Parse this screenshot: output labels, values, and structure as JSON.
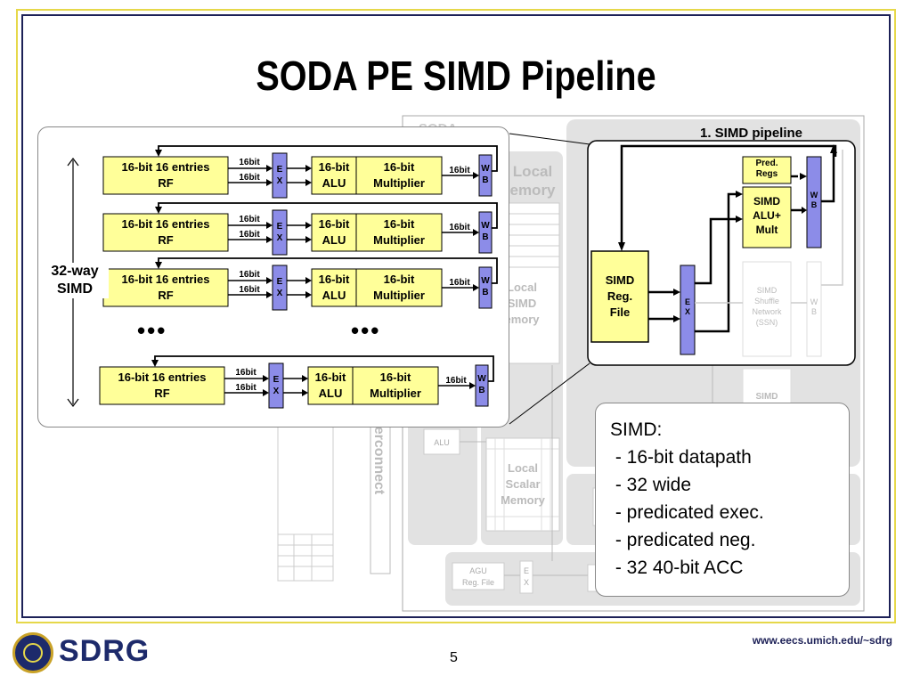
{
  "title": "SODA PE SIMD Pipeline",
  "left": {
    "way_label": [
      "32-way",
      "SIMD"
    ],
    "rf": [
      "16-bit 16 entries",
      "RF"
    ],
    "bus_a": "16bit",
    "bus_b": "16bit",
    "ex": [
      "E",
      "X"
    ],
    "alu": [
      "16-bit",
      "ALU"
    ],
    "mult": [
      "16-bit",
      "Multiplier"
    ],
    "wb_bus": "16bit",
    "wb": [
      "W",
      "B"
    ],
    "dots": "•••"
  },
  "right": {
    "header": "1. SIMD pipeline",
    "pred": [
      "Pred.",
      "Regs"
    ],
    "alu": [
      "SIMD",
      "ALU+",
      "Mult"
    ],
    "regfile": [
      "SIMD",
      "Reg.",
      "File"
    ],
    "ex": [
      "E",
      "X"
    ],
    "wb": [
      "W",
      "B"
    ],
    "ssn": [
      "SIMD",
      "Shuffle",
      "Network",
      "(SSN)"
    ],
    "wb2": [
      "W",
      "B"
    ],
    "simd_gray": "SIMD"
  },
  "background": {
    "soda": "SODA",
    "local_mem": [
      "Local",
      "emory"
    ],
    "local_simd": [
      "Local",
      "SIMD",
      "emory"
    ],
    "interconnect": "erconnect",
    "alu": "ALU",
    "scalar": [
      "Local",
      "Scalar",
      "Memory"
    ],
    "agu": [
      "AGU",
      "Reg. File"
    ],
    "agu_ex": [
      "E",
      "X"
    ]
  },
  "summary": {
    "heading": "SIMD:",
    "items": [
      " - 16-bit datapath",
      " - 32 wide",
      " - predicated exec.",
      " - predicated neg.",
      " - 32 40-bit ACC"
    ]
  },
  "footer": {
    "logo": "SDRG",
    "page": "5",
    "url": "www.eecs.umich.edu/~sdrg"
  },
  "colors": {
    "box_yellow": "#ffff99",
    "stage_blue": "#8c8ce8",
    "frame_gold": "#e6d84a",
    "frame_navy": "#1d2157",
    "gray_bg": "#e2e2e2"
  }
}
